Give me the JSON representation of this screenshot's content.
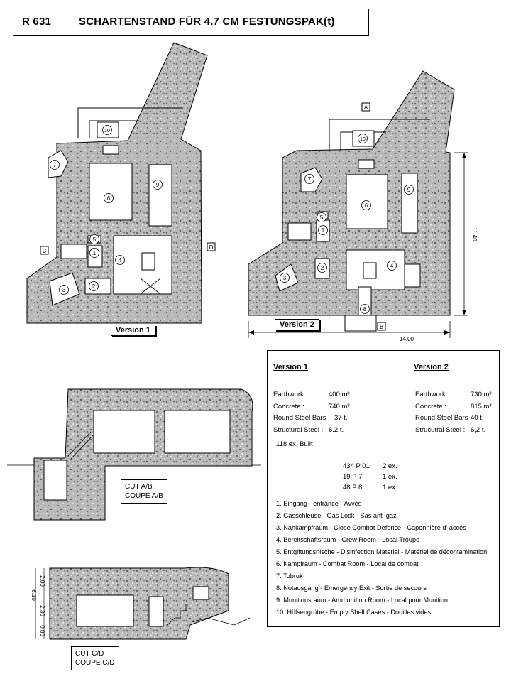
{
  "title": {
    "code": "R 631",
    "text": "SCHARTENSTAND FÜR 4.7 CM FESTUNGSPAK(t)"
  },
  "plans": {
    "version1_label": "Version 1",
    "version2_label": "Version 2",
    "section_markers": {
      "a": "A",
      "b": "B",
      "c": "C",
      "d": "D"
    },
    "dimensions": {
      "width": "14.00",
      "height": "11.40"
    },
    "room_numbers": [
      "1",
      "2",
      "3",
      "4",
      "5",
      "6",
      "7",
      "8",
      "9",
      "10"
    ]
  },
  "sections": {
    "ab": {
      "line1": "CUT A/B",
      "line2": "COUPE A/B"
    },
    "cd": {
      "line1": "CUT C/D",
      "line2": "COUPE C/D",
      "dims": [
        "2.00",
        "6.10",
        "2.30",
        "0.80"
      ]
    }
  },
  "info": {
    "version1": {
      "heading": "Version 1",
      "rows": [
        {
          "label": "Earthwork :",
          "value": "400 m³"
        },
        {
          "label": "Concrete :",
          "value": "740 m³"
        },
        {
          "label": "Round Steel Bars :",
          "value": "37 t."
        },
        {
          "label": "Structural Steel :",
          "value": "6.2 t."
        }
      ],
      "built": "118 ex. Built"
    },
    "version2": {
      "heading": "Version 2",
      "rows": [
        {
          "label": "Earthwork :",
          "value": "730 m³"
        },
        {
          "label": "Concrete :",
          "value": "815 m³"
        },
        {
          "label": "Round Steel Bars :",
          "value": "40 t."
        },
        {
          "label": "Strucutral Steel :",
          "value": "6,2 t."
        }
      ]
    },
    "variants": [
      {
        "name": "434 P 01",
        "count": "2 ex."
      },
      {
        "name": "19 P 7",
        "count": "1 ex."
      },
      {
        "name": "48 P 8",
        "count": "1 ex."
      }
    ],
    "legend": [
      "1. Eingang - entrance - Avvés",
      "2. Gasschleuse - Gas Lock - Sas anti-gaz",
      "3. Nahkampfraum - Close Combat Defence - Caponnière d' accés",
      "4. Bereitschaftsraum - Crew Room - Local Troupe",
      "5. Entgiftungsnische - Disinfection Material - Matériel de décontamination",
      "6. Kampfraum - Combat Room - Local de combat",
      "7. Tobruk",
      "8. Notausgang - Emergency Exit - Sortie de secours",
      "9. Munitionsraum - Ammunition Room - Local pour Munition",
      "10. Hülsengrübe - Empty Shell Cases - Douilles vides"
    ]
  }
}
